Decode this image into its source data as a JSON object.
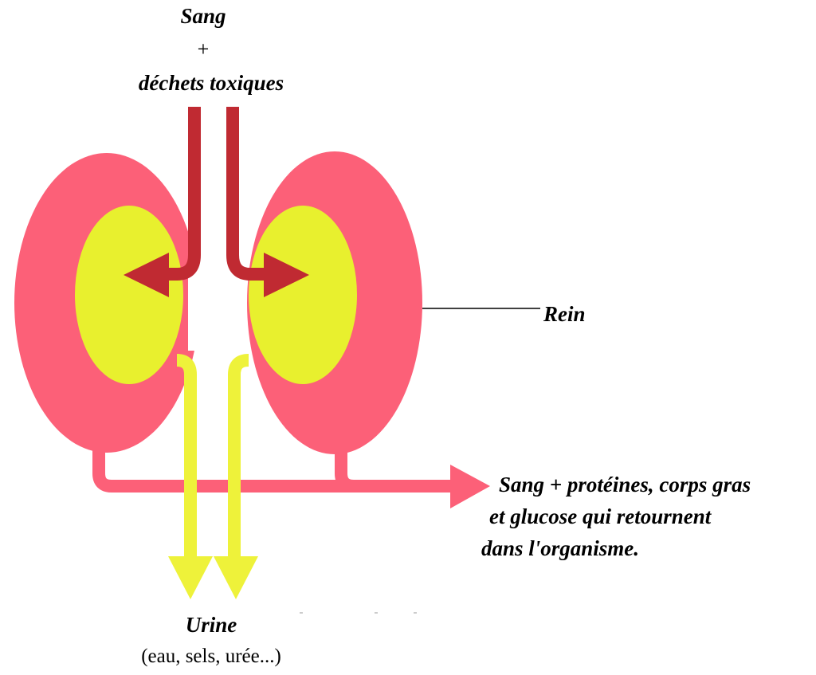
{
  "diagram": {
    "top_label": {
      "line1": "Sang",
      "line2": "+",
      "line3": "déchets toxiques"
    },
    "kidney_label": "Rein",
    "return_label": {
      "line1": "Sang +  protéines, corps gras",
      "line2": "et glucose qui retournent",
      "line3": "dans l'organisme."
    },
    "urine_label": {
      "title": "Urine",
      "detail": "(eau, sels, urée...)"
    }
  },
  "colors": {
    "kidney_outer": "#fc6078",
    "kidney_inner": "#e8f02e",
    "blood_in": "#c02a32",
    "blood_out": "#fc6078",
    "urine": "#eef23a"
  }
}
